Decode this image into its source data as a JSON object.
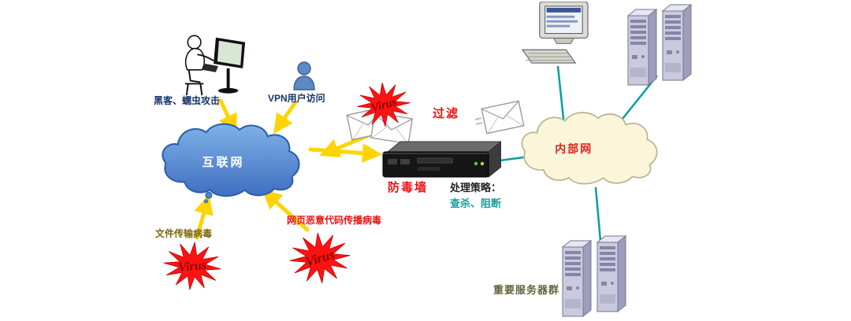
{
  "diagram": {
    "hacker_label": "黑客、蠕虫攻击",
    "vpn_label": "VPN用户访问",
    "internet_label": "互联网",
    "virus_label": "Virus",
    "filter_label": "过滤",
    "firewall_label": "防毒墙",
    "strategy_title": "处理策略：",
    "strategy_actions": "查杀、阻断",
    "intranet_label": "内部网",
    "file_virus_label": "文件传输病毒",
    "web_virus_label": "网页恶意代码传播病毒",
    "servers_label": "重要服务器群"
  },
  "colors": {
    "arrow_yellow": "#FFD400",
    "link_teal": "#00A0A0",
    "virus_star_red": "#FF1212",
    "virus_text_red": "#8B0000",
    "label_red": "#EE1111",
    "label_navy": "#17356B",
    "label_olive": "#7D6608",
    "internet_cloud_blue": "#4F86CF",
    "intranet_cloud_cream": "#FBF6D9"
  }
}
